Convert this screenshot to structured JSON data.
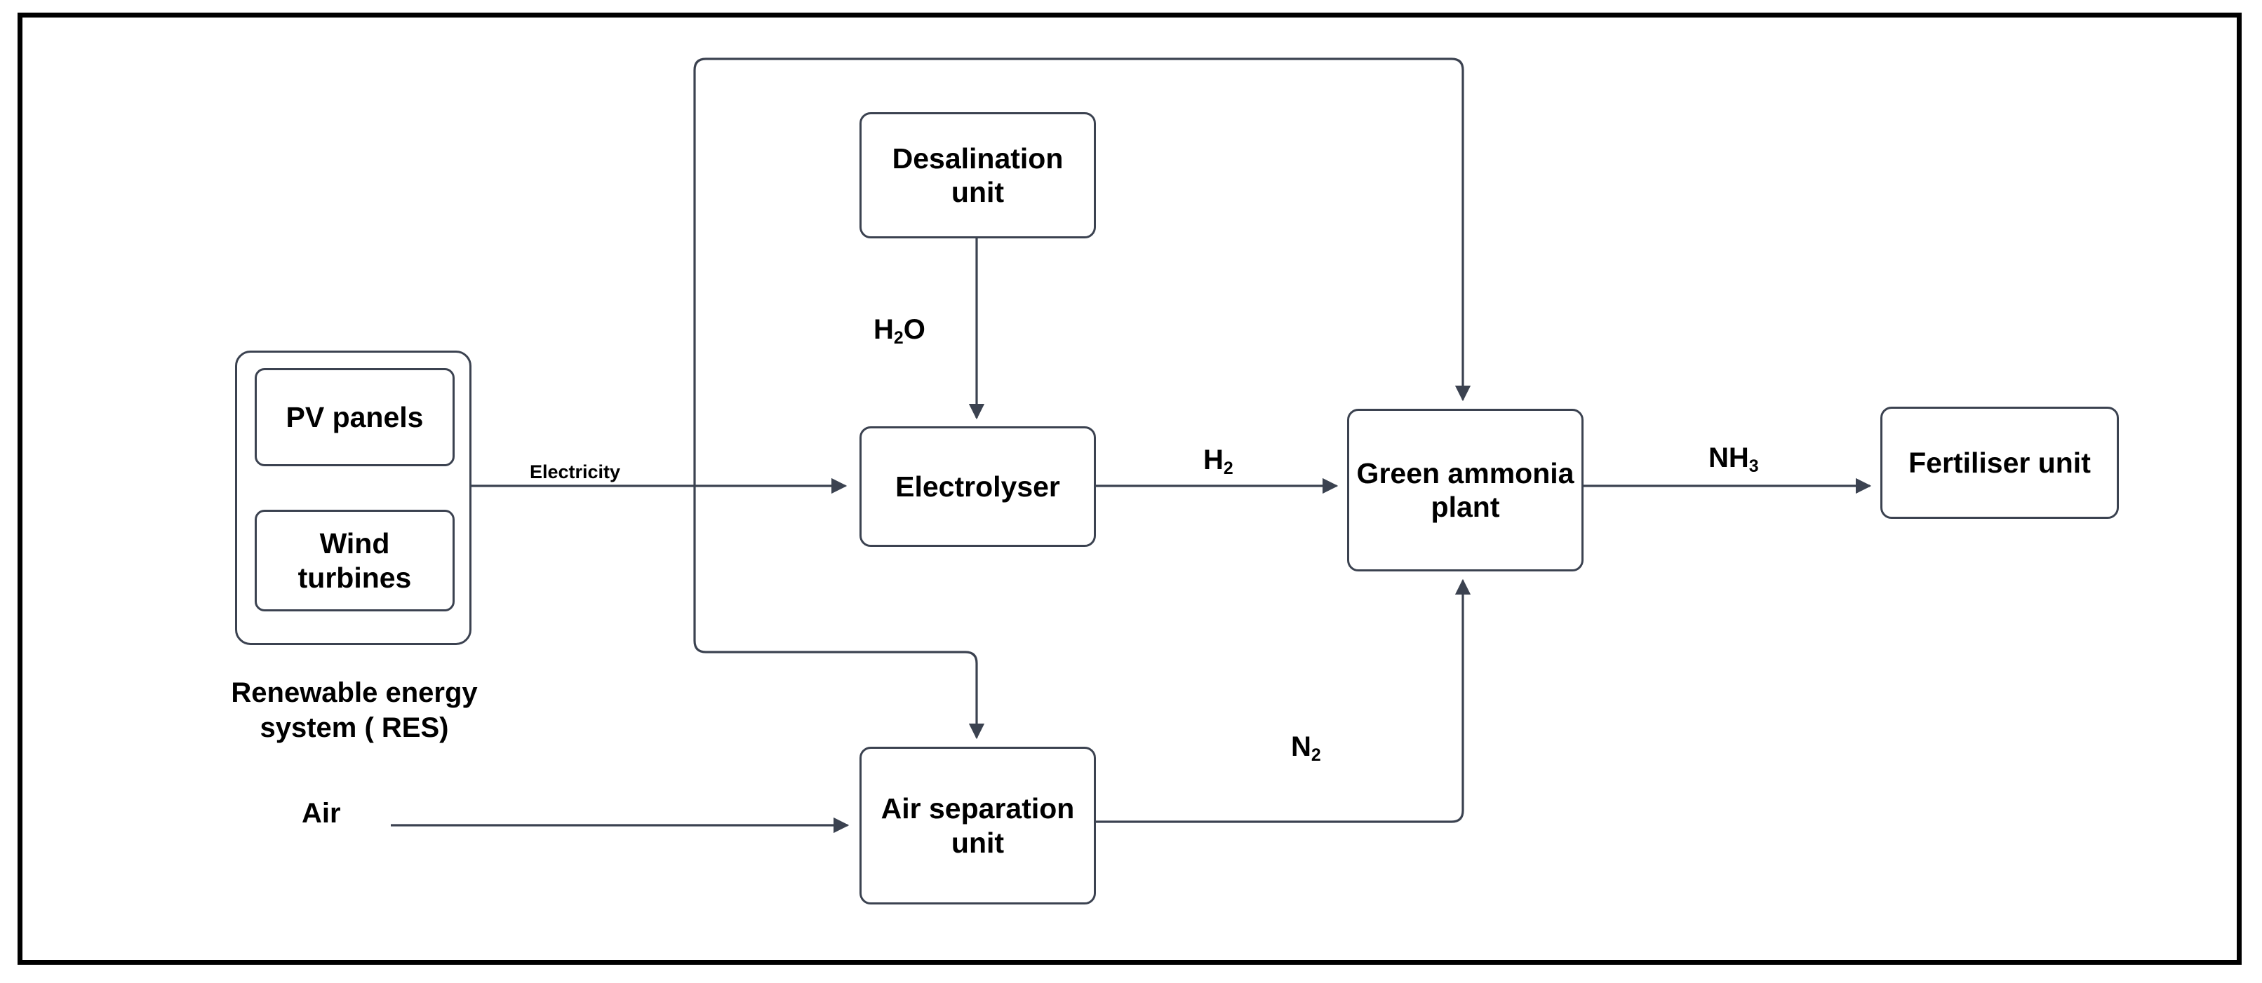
{
  "diagram": {
    "title": "Green ammonia production process flow diagram",
    "accent_color": "#3b4250",
    "frame_color": "#000000",
    "node_fill": "#ffffff",
    "text_color": "#000000"
  },
  "nodes": {
    "res_group": {
      "name": "Renewable energy system",
      "caption": "Renewable energy system ( RES)"
    },
    "pv_panels": {
      "label": "PV panels"
    },
    "wind_turbines": {
      "label": "Wind turbines"
    },
    "desalination_unit": {
      "label": "Desalination unit"
    },
    "electrolyser": {
      "label": "Electrolyser"
    },
    "green_ammonia_plant": {
      "label": "Green ammonia plant"
    },
    "fertiliser_unit": {
      "label": "Fertiliser unit"
    },
    "air_separation_unit": {
      "label": "Air separation unit"
    }
  },
  "edge_labels": {
    "electricity": "Electricity",
    "water": "H2O",
    "hydrogen": "H2",
    "ammonia": "NH3",
    "nitrogen": "N2",
    "air": "Air"
  },
  "flows": [
    {
      "from": "renewable-energy-system",
      "to": "electrolyser",
      "label": "Electricity"
    },
    {
      "from": "renewable-energy-system",
      "to": "green-ammonia-plant",
      "label": "Electricity"
    },
    {
      "from": "renewable-energy-system",
      "to": "air-separation-unit",
      "label": "Electricity"
    },
    {
      "from": "desalination-unit",
      "to": "electrolyser",
      "label": "H2O"
    },
    {
      "from": "electrolyser",
      "to": "green-ammonia-plant",
      "label": "H2"
    },
    {
      "from": "air-separation-unit",
      "to": "green-ammonia-plant",
      "label": "N2"
    },
    {
      "from": "green-ammonia-plant",
      "to": "fertiliser-unit",
      "label": "NH3"
    },
    {
      "from": "air-inlet",
      "to": "air-separation-unit",
      "label": "Air"
    }
  ]
}
